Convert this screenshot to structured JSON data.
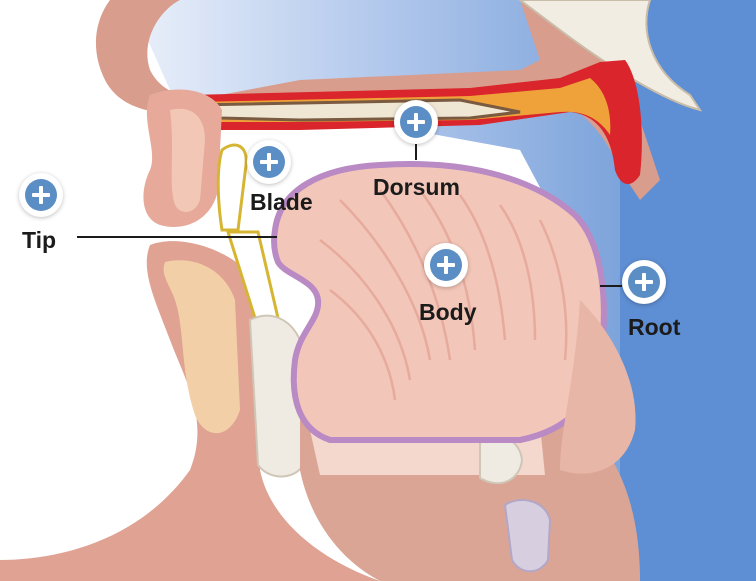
{
  "labels": {
    "tip": "Tip",
    "blade": "Blade",
    "dorsum": "Dorsum",
    "body": "Body",
    "root": "Root"
  },
  "colors": {
    "hotspot_fill": "#5b8ec4",
    "airway_blue": "#6f9bd6",
    "skin": "#dba596",
    "tongue": "#f2c6b8",
    "bone": "#f3efe6",
    "blood_red": "#d9252b"
  },
  "icons": {
    "hotspot": "plus-circle-icon"
  }
}
